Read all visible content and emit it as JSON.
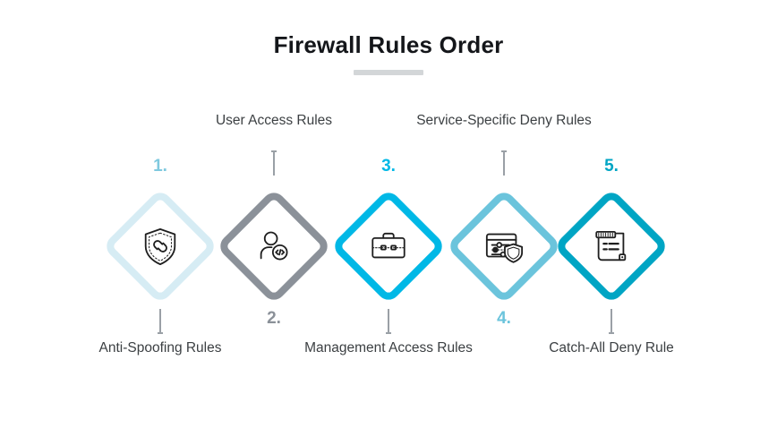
{
  "title": {
    "text": "Firewall Rules Order"
  },
  "colors": {
    "step1": "#d6ecf4",
    "step2": "#8b9199",
    "step3": "#00b8e6",
    "step4": "#6bc4dc",
    "step5": "#00a5c4",
    "number1": "#7fc9df",
    "number2": "#8b9199",
    "number3": "#00b8e6",
    "number4": "#6bc4dc",
    "number5": "#00a5c4",
    "connector": "#9aa0a6",
    "title_rule": "#d3d6d8",
    "icon_stroke": "#1f1f1f"
  },
  "steps": [
    {
      "number": "1.",
      "number_position": "top",
      "caption": "Anti-Spoofing Rules",
      "caption_position": "bottom",
      "icon": "shield-link-icon"
    },
    {
      "number": "2.",
      "number_position": "bottom",
      "caption": "User Access Rules",
      "caption_position": "top",
      "icon": "user-code-icon"
    },
    {
      "number": "3.",
      "number_position": "top",
      "caption": "Management Access Rules",
      "caption_position": "bottom",
      "icon": "briefcase-icon"
    },
    {
      "number": "4.",
      "number_position": "bottom",
      "caption": "Service-Specific Deny Rules",
      "caption_position": "top",
      "icon": "settings-shield-icon"
    },
    {
      "number": "5.",
      "number_position": "top",
      "caption": "Catch-All Deny Rule",
      "caption_position": "bottom",
      "icon": "scroll-document-icon"
    }
  ]
}
